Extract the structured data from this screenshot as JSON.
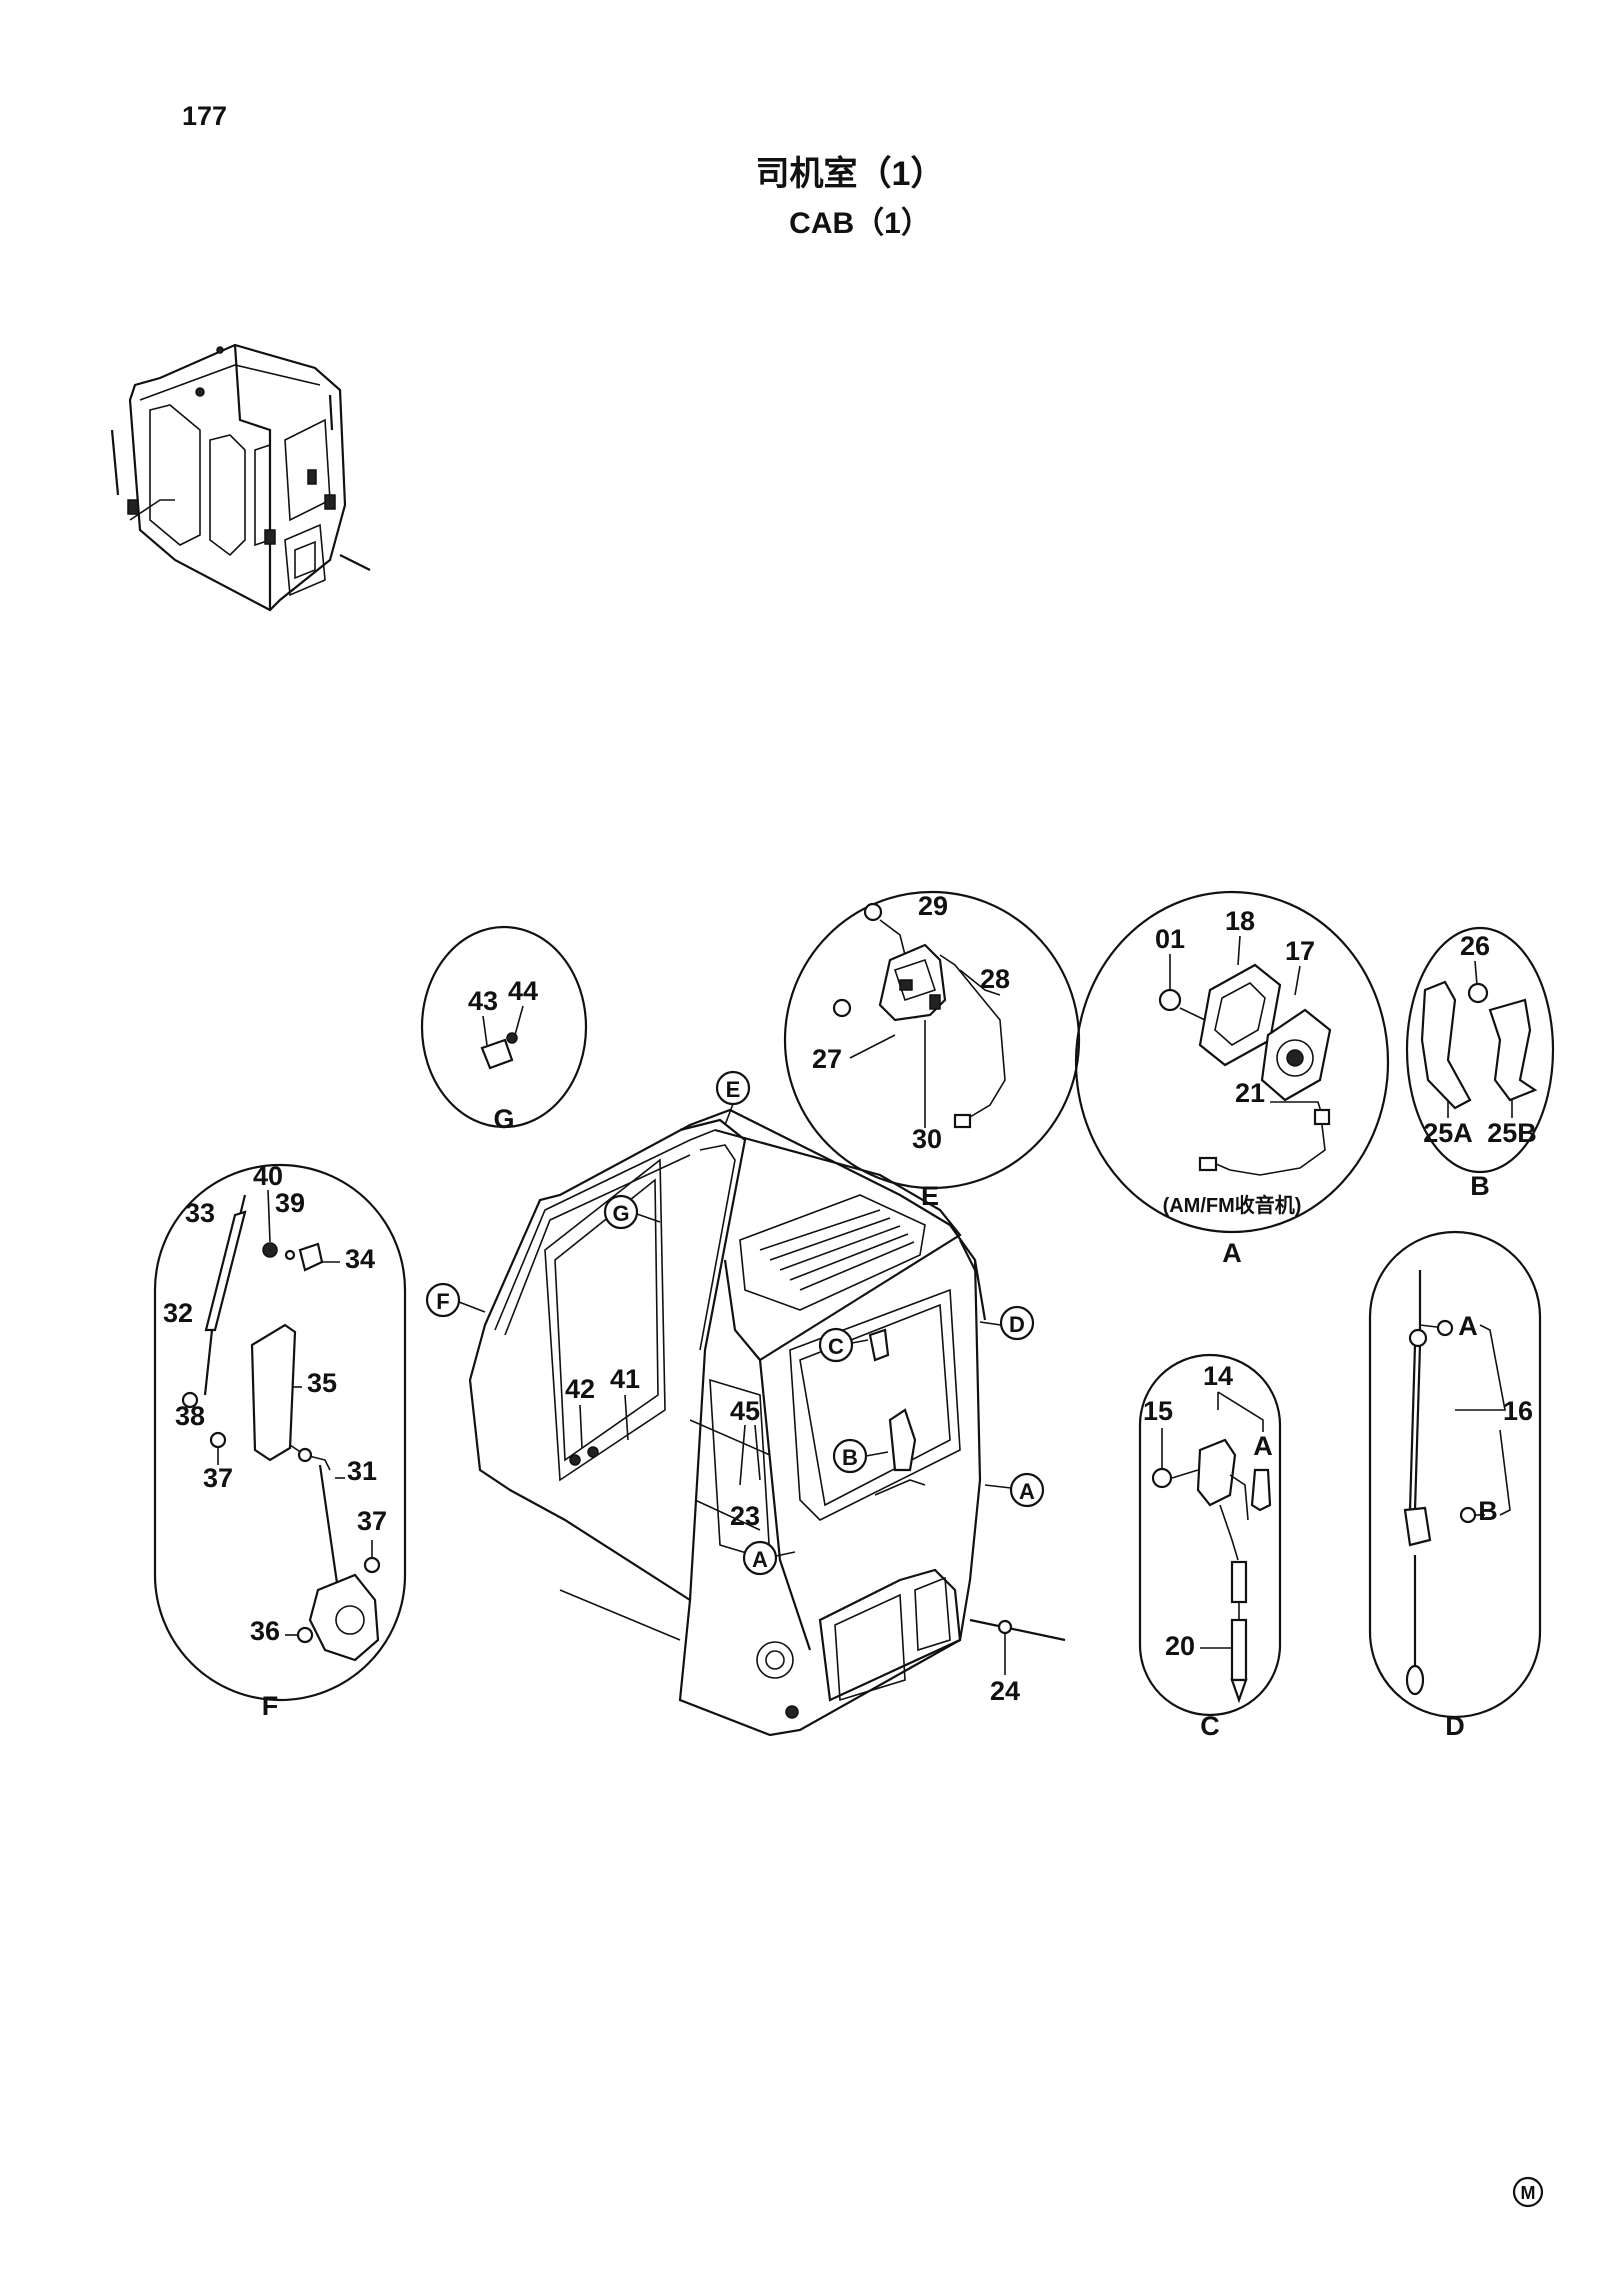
{
  "page": {
    "number": "177",
    "title_cn": "司机室（1）",
    "title_en": "CAB（1）",
    "maker_mark": "M"
  },
  "detail_labels": {
    "A": "A",
    "B": "B",
    "C": "C",
    "D": "D",
    "E": "E",
    "F": "F",
    "G": "G",
    "am_fm_note": "(AM/FM收音机)"
  },
  "callouts": {
    "detail_G": [
      "43",
      "44"
    ],
    "detail_E": [
      "29",
      "29",
      "28",
      "27",
      "30"
    ],
    "detail_A": [
      "01",
      "18",
      "17",
      "21"
    ],
    "detail_B": [
      "26",
      "25A",
      "25B"
    ],
    "detail_F": [
      "40",
      "33",
      "39",
      "34",
      "32",
      "35",
      "38",
      "37",
      "31",
      "37",
      "36"
    ],
    "main_view": [
      "42",
      "41",
      "45",
      "23",
      "24"
    ],
    "detail_C": [
      "14",
      "15",
      "20"
    ],
    "detail_D": [
      "16"
    ]
  },
  "circle_refs": {
    "main_view": [
      "E",
      "G",
      "F",
      "C",
      "D",
      "B",
      "A",
      "A"
    ]
  },
  "plain_refs": {
    "detail_C": "A",
    "detail_D_upper": "A",
    "detail_D_lower": "B"
  }
}
